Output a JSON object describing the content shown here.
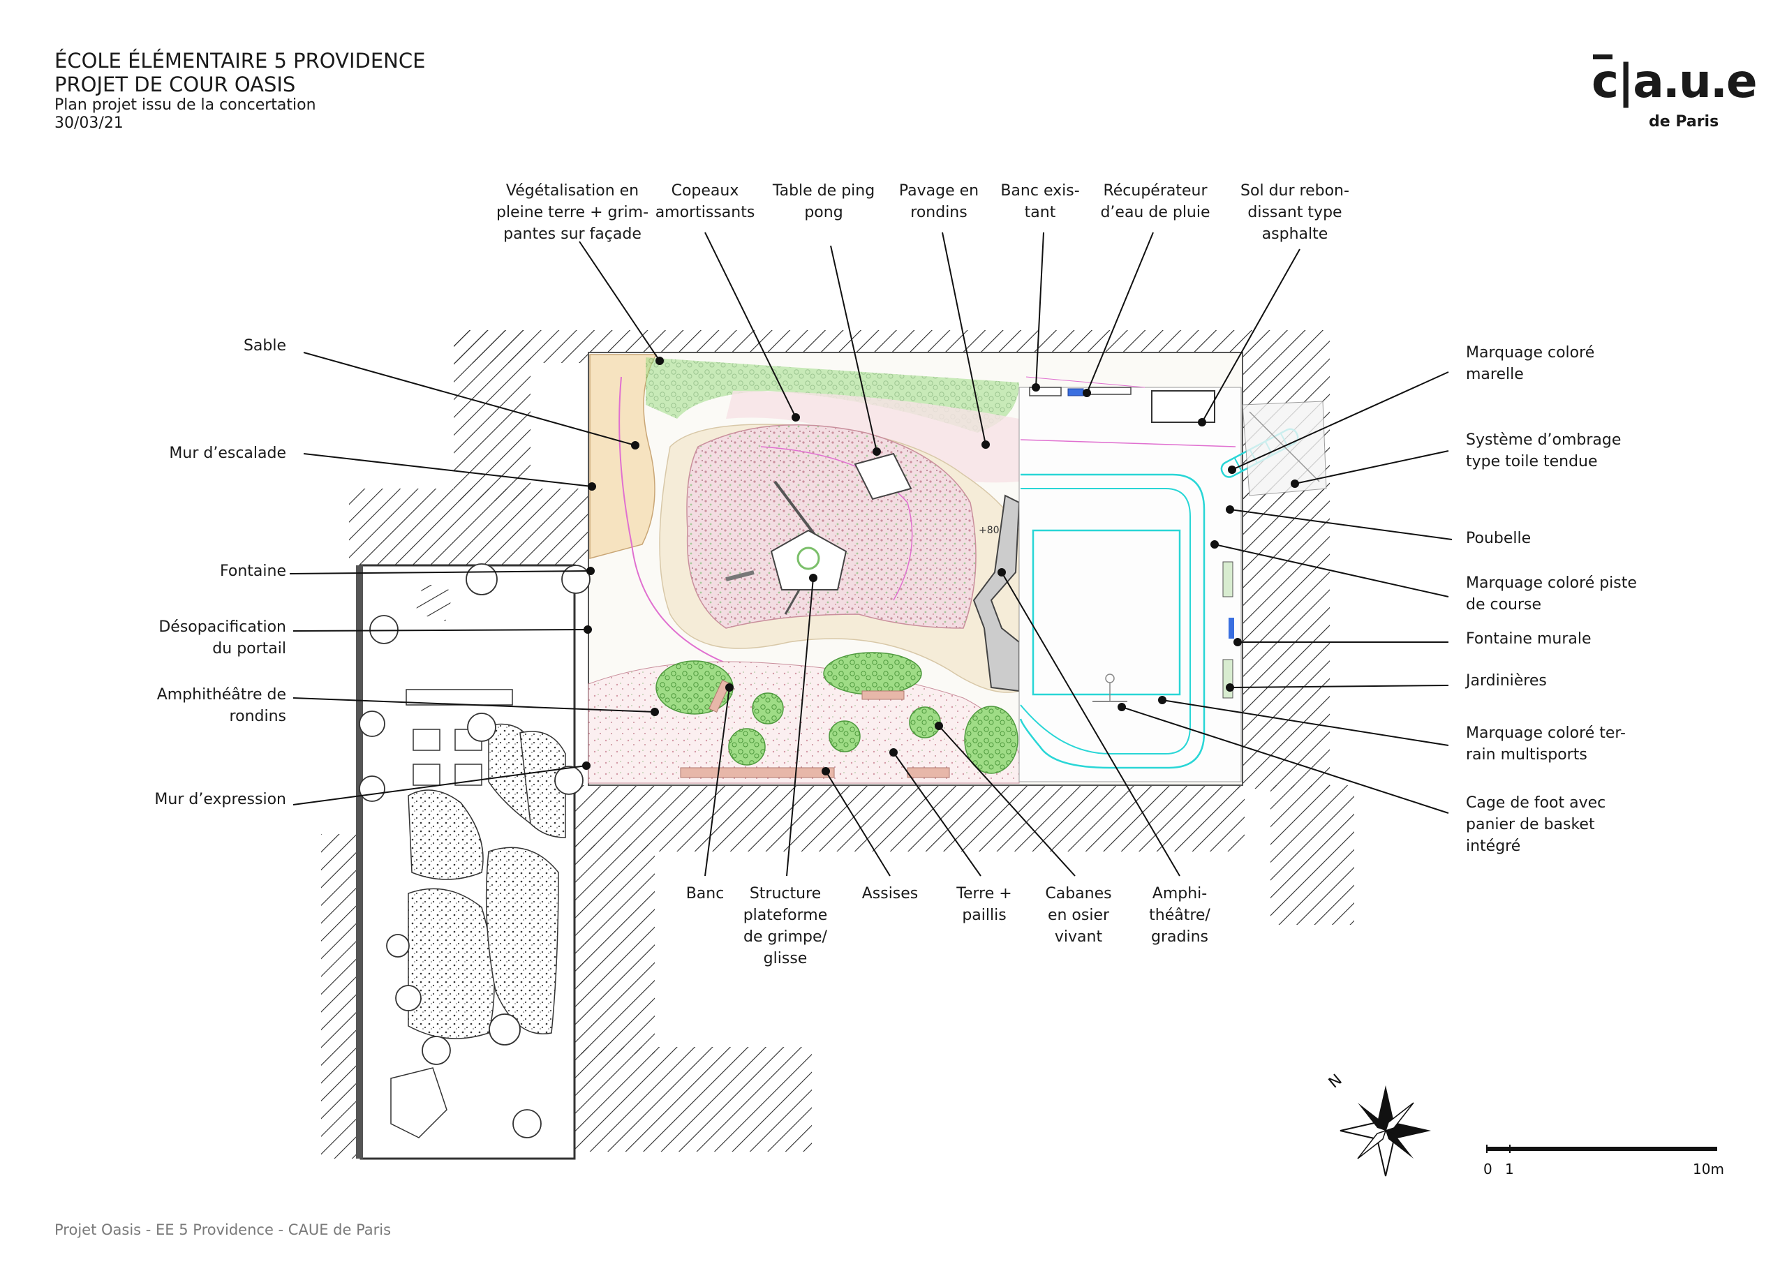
{
  "header": {
    "line1": "ÉCOLE ÉLÉMENTAIRE 5 PROVIDENCE",
    "line2": "PROJET DE COUR OASIS",
    "line3": "Plan projet issu de la concertation",
    "date": "30/03/21"
  },
  "logo": {
    "main": "c|a.u.e",
    "sub": "de Paris"
  },
  "footer": "Projet Oasis - EE 5 Providence - CAUE de Paris",
  "plan": {
    "level_mark": "+80",
    "north_label": "N",
    "scale_labels": {
      "zero": "0",
      "one": "1",
      "ten": "10m"
    }
  },
  "labels": {
    "top": [
      "Végétalisation en\npleine terre + grim-\npantes sur façade",
      "Copeaux\namortissants",
      "Table de ping\npong",
      "Pavage en\nrondins",
      "Banc exis-\ntant",
      "Récupérateur\nd’eau de pluie",
      "Sol dur rebon-\ndissant type\nasphalte"
    ],
    "left": [
      "Sable",
      "Mur d’escalade",
      "Fontaine",
      "Désopacification\ndu portail",
      "Amphithéâtre de\nrondins",
      "Mur d’expression"
    ],
    "right": [
      "Marquage coloré\nmarelle",
      "Système d’ombrage\ntype toile tendue",
      "Poubelle",
      "Marquage coloré piste\nde course",
      "Fontaine murale",
      "Jardinières",
      "Marquage coloré ter-\nrain multisports",
      "Cage de foot avec\npanier de basket\nintégré"
    ],
    "bottom": [
      "Banc",
      "Structure\nplateforme\nde grimpe/\nglisse",
      "Assises",
      "Terre +\npaillis",
      "Cabanes\nen osier\nvivant",
      "Amphi-\nthéâtre/\ngradins"
    ]
  },
  "colors": {
    "sand": "#f6e3c0",
    "green": "#8ed07a",
    "chips_pink": "#e8b9c2",
    "path_cream": "#f5ecd8",
    "marking_cyan": "#29d6d6",
    "marking_magenta": "#e070d0",
    "rain_blue": "#3a6fe0",
    "hatch": "#2a2a2a"
  }
}
